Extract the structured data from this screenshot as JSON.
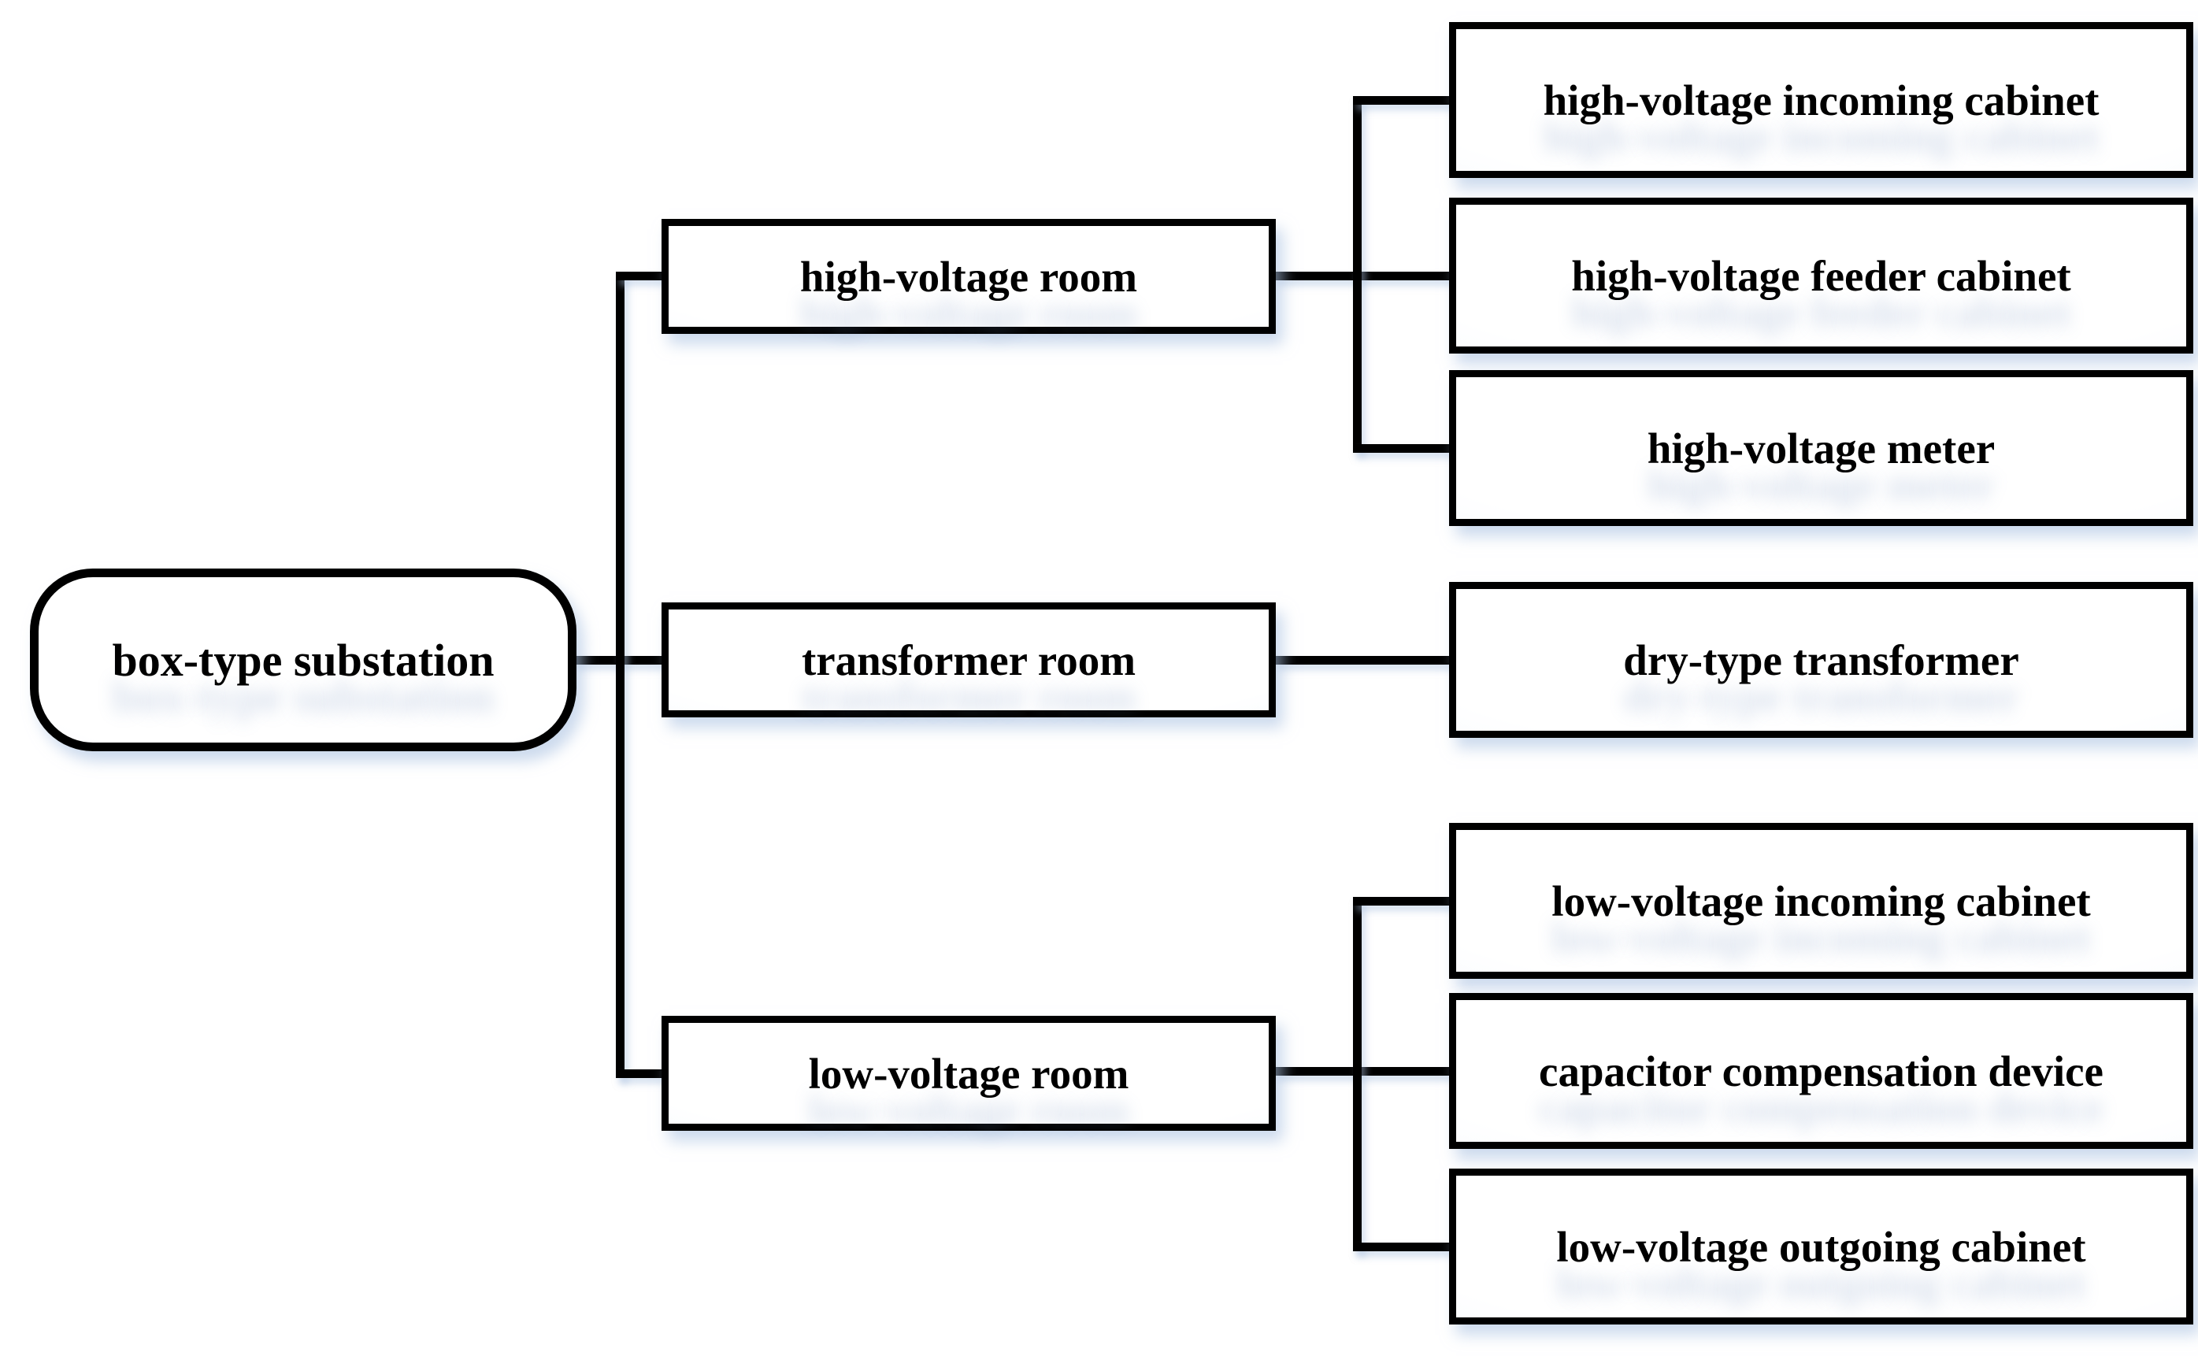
{
  "diagram": {
    "root": {
      "label": "box-type substation"
    },
    "branches": [
      {
        "label": "high-voltage room",
        "children": [
          {
            "label": "high-voltage incoming cabinet"
          },
          {
            "label": "high-voltage feeder cabinet"
          },
          {
            "label": "high-voltage meter"
          }
        ]
      },
      {
        "label": "transformer room",
        "children": [
          {
            "label": "dry-type transformer"
          }
        ]
      },
      {
        "label": "low-voltage room",
        "children": [
          {
            "label": "low-voltage incoming cabinet"
          },
          {
            "label": "capacitor compensation device"
          },
          {
            "label": "low-voltage outgoing cabinet"
          }
        ]
      }
    ],
    "colors": {
      "line": "#000000",
      "box_border": "#000000",
      "box_fill_center": "#ffffff",
      "box_fill_edge": "#e9effa",
      "shadow": "#adc3e2",
      "text": "#000000",
      "background": "#ffffff"
    }
  }
}
